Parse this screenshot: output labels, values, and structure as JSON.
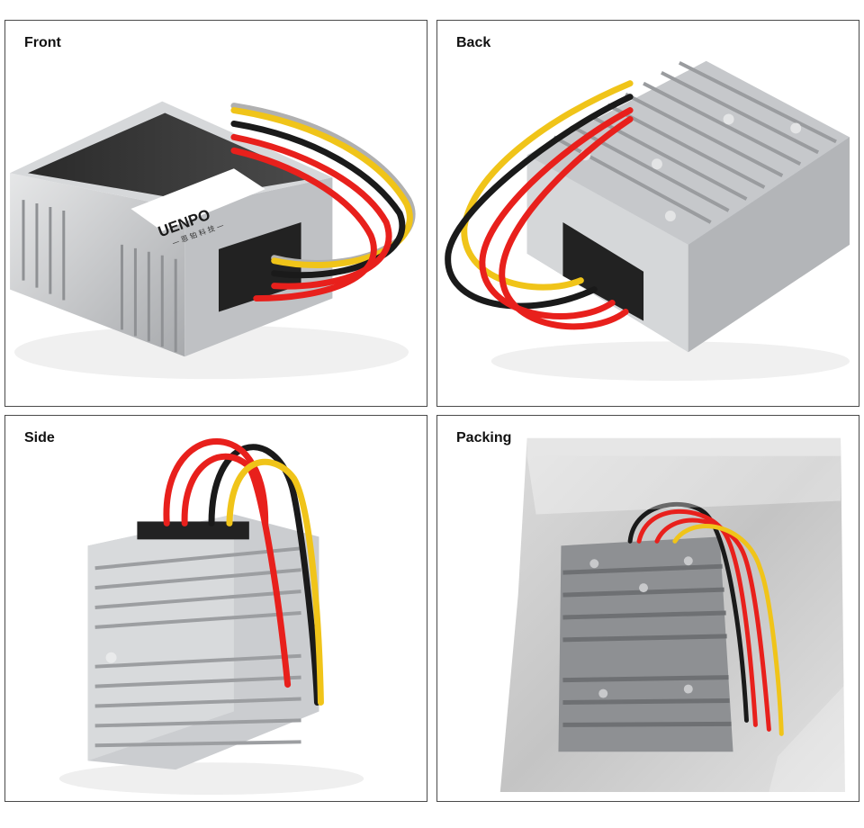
{
  "panels": [
    {
      "label": "Front",
      "image": "dc-converter-front-view"
    },
    {
      "label": "Back",
      "image": "dc-converter-back-view"
    },
    {
      "label": "Side",
      "image": "dc-converter-side-view"
    },
    {
      "label": "Packing",
      "image": "dc-converter-in-packing-bag"
    }
  ],
  "product": {
    "brand": "UENPO",
    "brand_subtitle": "— 恩 铂 科 技 —"
  },
  "colors": {
    "wire_red": "#e8201c",
    "wire_yellow": "#f0c419",
    "wire_black": "#1a1a1a",
    "aluminum": "#c9cbcd",
    "border": "#4a4a4a"
  }
}
